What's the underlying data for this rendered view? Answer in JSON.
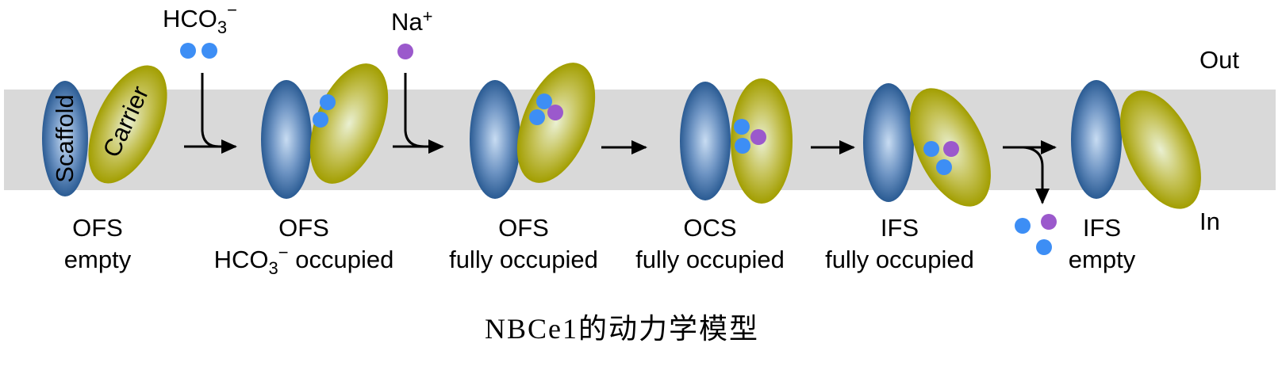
{
  "title": "NBCe1的动力学模型",
  "side_labels": {
    "out": "Out",
    "in": "In"
  },
  "colors": {
    "membrane": "#d9d9d9",
    "scaffold": "#2b5c94",
    "carrier": "#a4a000",
    "bicarbonate": "#3d8ef5",
    "sodium": "#9b59cc"
  },
  "ions": {
    "bicarbonate": {
      "base": "HCO",
      "sub": "3",
      "sup": "−"
    },
    "sodium": {
      "base": "Na",
      "sup": "+"
    }
  },
  "subunit_labels": {
    "scaffold": "Scaffold",
    "carrier": "Carrier"
  },
  "states": [
    {
      "name": "OFS",
      "desc": "empty",
      "bound": []
    },
    {
      "name": "OFS",
      "desc_prefix": "HCO",
      "desc_sub": "3",
      "desc_sup": "−",
      "desc_suffix": " occupied",
      "bound": [
        "bicarbonate",
        "bicarbonate"
      ]
    },
    {
      "name": "OFS",
      "desc": "fully occupied",
      "bound": [
        "bicarbonate",
        "bicarbonate",
        "sodium"
      ]
    },
    {
      "name": "OCS",
      "desc": "fully occupied",
      "bound": [
        "bicarbonate",
        "bicarbonate",
        "sodium"
      ]
    },
    {
      "name": "IFS",
      "desc": "fully occupied",
      "bound": [
        "bicarbonate",
        "bicarbonate",
        "sodium"
      ]
    },
    {
      "name": "IFS",
      "desc": "empty",
      "bound": []
    }
  ],
  "transitions": [
    {
      "from": 0,
      "to": 1,
      "adds": [
        "bicarbonate",
        "bicarbonate"
      ]
    },
    {
      "from": 1,
      "to": 2,
      "adds": [
        "sodium"
      ]
    },
    {
      "from": 2,
      "to": 3,
      "adds": []
    },
    {
      "from": 3,
      "to": 4,
      "adds": []
    },
    {
      "from": 4,
      "to": 5,
      "releases": [
        "bicarbonate",
        "sodium",
        "bicarbonate"
      ]
    }
  ]
}
